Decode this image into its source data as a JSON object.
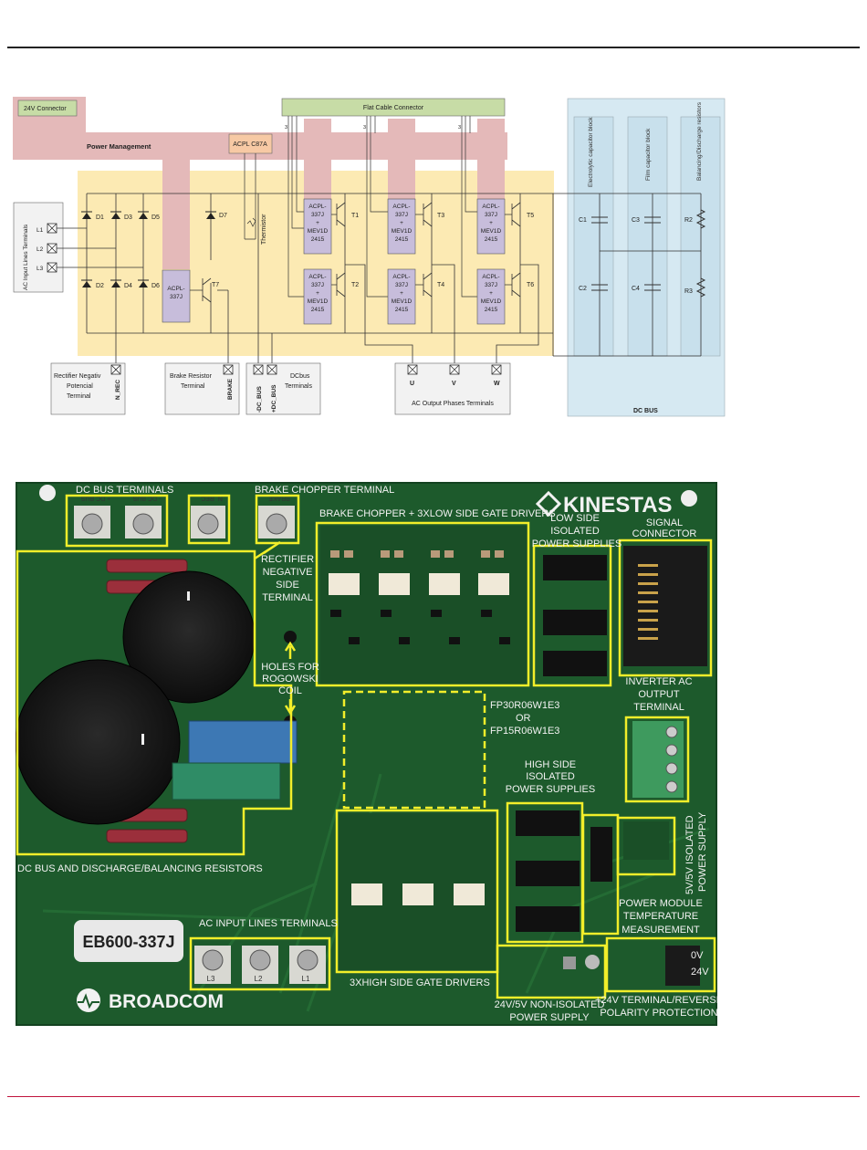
{
  "schematic": {
    "connector_24v": "24V Connector",
    "flat_cable": "Flat Cable Connector",
    "power_management": "Power Management",
    "acpl_c87a": "ACPL C87A",
    "thermistor": "Thermistor",
    "ac_input_title": "AC Input Lines Terminals",
    "l1": "L1",
    "l2": "L2",
    "l3": "L3",
    "d1": "D1",
    "d2": "D2",
    "d3": "D3",
    "d4": "D4",
    "d5": "D5",
    "d6": "D6",
    "d7": "D7",
    "acpl_337j_a": "ACPL-",
    "acpl_337j_b": "337J",
    "gd_plus": "+",
    "gd_mev": "MEV1D",
    "gd_2415": "2415",
    "t1": "T1",
    "t2": "T2",
    "t3": "T3",
    "t4": "T4",
    "t5": "T5",
    "t6": "T6",
    "t7": "T7",
    "pin_label": "3",
    "cap_elec": "Electrolytic capacitor block",
    "cap_film": "Film capacitor block",
    "resistors": "Balancing/Discharge resistors",
    "c1": "C1",
    "c2": "C2",
    "c3": "C3",
    "c4": "C4",
    "r2": "R2",
    "r3": "R3",
    "dc_bus": "DC BUS",
    "rect_neg_1": "Rectifier Negativ",
    "rect_neg_2": "Potencial",
    "rect_neg_3": "Terminal",
    "n_rec": "N_REC",
    "brake_res_1": "Brake Resistor",
    "brake_res_2": "Terminal",
    "brake": "BRAKE",
    "neg_dc_bus": "-DC_BUS",
    "pos_dc_bus": "+DC_BUS",
    "dcbus_term_1": "DCbus",
    "dcbus_term_2": "Terminals",
    "u": "U",
    "v": "V",
    "w": "W",
    "ac_out": "AC Output Phases Terminals"
  },
  "photo": {
    "dc_bus_terminals": "DC BUS TERMINALS",
    "brake_chopper_terminal": "BRAKE CHOPPER TERMINAL",
    "kinestas": "KINESTAS",
    "brake_chopper_drivers": "BRAKE CHOPPER + 3XLOW SIDE  GATE DRIVERS",
    "low_side_1": "LOW SIDE",
    "low_side_2": "ISOLATED",
    "low_side_3": "POWER SUPPLIES",
    "signal_1": "SIGNAL",
    "signal_2": "CONNECTOR",
    "rect_1": "RECTIFIER",
    "rect_2": "NEGATIVE",
    "rect_3": "SIDE",
    "rect_4": "TERMINAL",
    "holes_1": "HOLES FOR",
    "holes_2": "ROGOWSKI",
    "holes_3": "COIL",
    "inv_1": "INVERTER AC",
    "inv_2": "OUTPUT",
    "inv_3": "TERMINAL",
    "fp_1": "FP30R06W1E3",
    "fp_2": "OR",
    "fp_3": "FP15R06W1E3",
    "high_1": "HIGH SIDE",
    "high_2": "ISOLATED",
    "high_3": "POWER SUPPLIES",
    "iso_1": "5V/5V ISOLATED",
    "iso_2": "POWER SUPPLY",
    "dc_discharge": "DC BUS AND DISCHARGE/BALANCING RESISTORS",
    "pmt_1": "POWER MODULE",
    "pmt_2": "TEMPERATURE",
    "pmt_3": "MEASUREMENT",
    "ac_in": "AC INPUT LINES TERMINALS",
    "board_name": "EB600-337J",
    "high_drivers": "3XHIGH SIDE GATE DRIVERS",
    "nonisolated_1": "24V/5V NON-ISOLATED",
    "nonisolated_2": "POWER SUPPLY",
    "rev_1": "+24V TERMINAL/REVERSE",
    "rev_2": "POLARITY PROTECTION",
    "broadcom": "BROADCOM",
    "term_pos_dc": "+ DC BUS",
    "term_neg_dc": "- DC BUS",
    "term_nrec": "N_REC",
    "term_brake": "BRAKE",
    "term_l1": "L1",
    "term_l2": "L2",
    "term_l3": "L3",
    "v24": "24V",
    "v0": "0V"
  },
  "colors": {
    "pcb": "#1d5a2c",
    "highlight": "#f2ee2a",
    "schematic_pink": "#e4b9b9",
    "schematic_yellow": "#fbe6a6",
    "schematic_blue": "#d6e9f2",
    "driver_purple": "#c7bddb",
    "green_box": "#c7dca6",
    "orange_box": "#f7c9a4"
  }
}
